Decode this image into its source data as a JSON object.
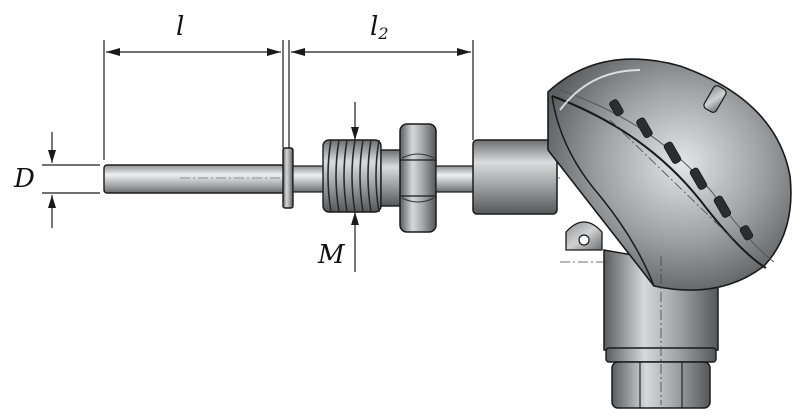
{
  "labels": {
    "l": "l",
    "l2_base": "l",
    "l2_sub": "2",
    "D": "D",
    "M": "M"
  },
  "colors": {
    "metal_dark": "#5f6264",
    "metal_mid": "#9a9d9f",
    "metal_light": "#e9eaeb",
    "outline": "#1a1a1a",
    "dimension": "#1a1a1a"
  }
}
